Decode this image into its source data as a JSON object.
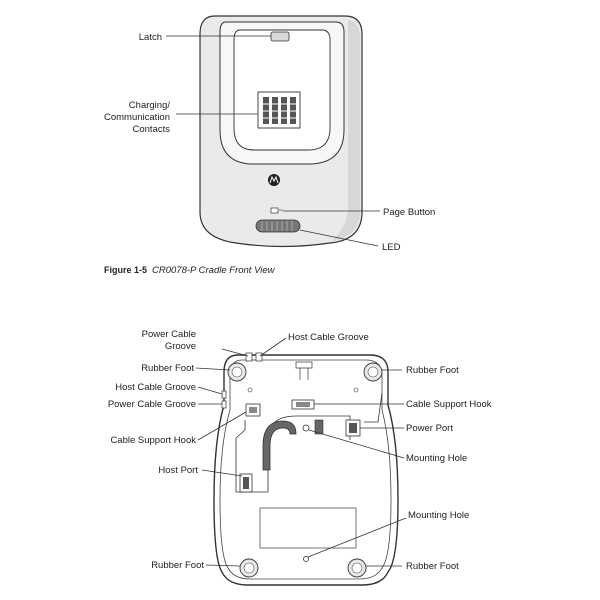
{
  "figure": {
    "number": "Figure 1-5",
    "title": "CR0078-P Cradle Front View"
  },
  "front_labels": {
    "latch": "Latch",
    "charging_line1": "Charging/",
    "charging_line2": "Communication",
    "charging_line3": "Contacts",
    "page_button": "Page Button",
    "led": "LED"
  },
  "bottom_labels": {
    "power_cable_groove_top_line1": "Power Cable",
    "power_cable_groove_top_line2": "Groove",
    "host_cable_groove_top": "Host Cable Groove",
    "rubber_foot_tl": "Rubber Foot",
    "rubber_foot_tr": "Rubber Foot",
    "host_cable_groove_left": "Host Cable Groove",
    "power_cable_groove_left": "Power Cable Groove",
    "cable_support_hook_right": "Cable Support Hook",
    "power_port": "Power Port",
    "cable_support_hook_left": "Cable Support Hook",
    "mounting_hole_right": "Mounting Hole",
    "host_port": "Host Port",
    "mounting_hole_lower": "Mounting Hole",
    "rubber_foot_bl": "Rubber Foot",
    "rubber_foot_br": "Rubber Foot"
  },
  "icons": {
    "logo": "motorola-logo-icon"
  }
}
